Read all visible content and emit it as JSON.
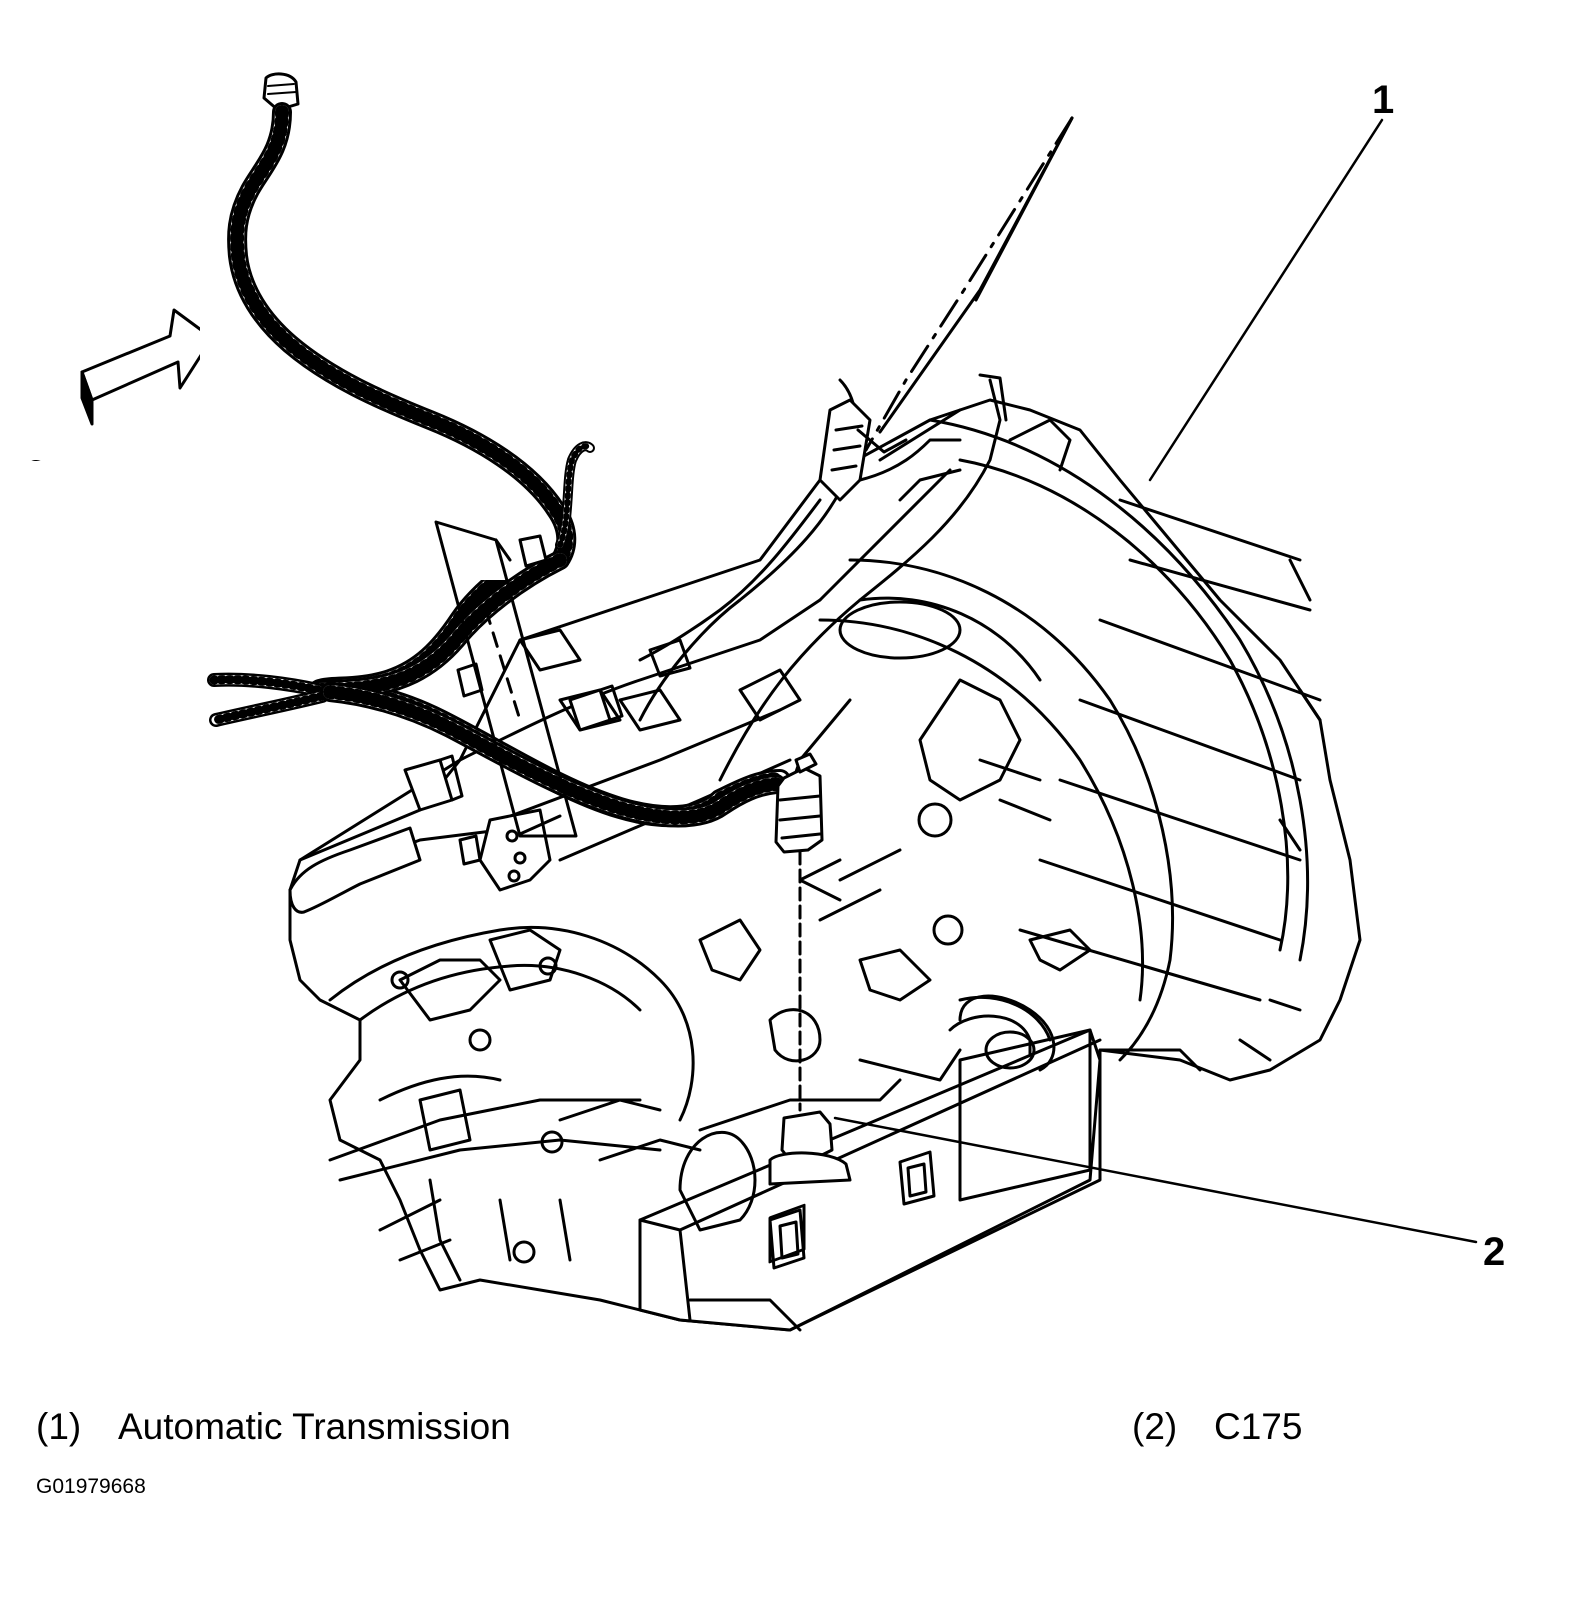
{
  "callouts": [
    {
      "number": "1"
    },
    {
      "number": "2"
    }
  ],
  "legend": [
    {
      "number": "(1)",
      "label": "Automatic Transmission"
    },
    {
      "number": "(2)",
      "label": "C175"
    }
  ],
  "figure_id": "G01979668",
  "colors": {
    "line": "#000000",
    "background": "#ffffff"
  }
}
